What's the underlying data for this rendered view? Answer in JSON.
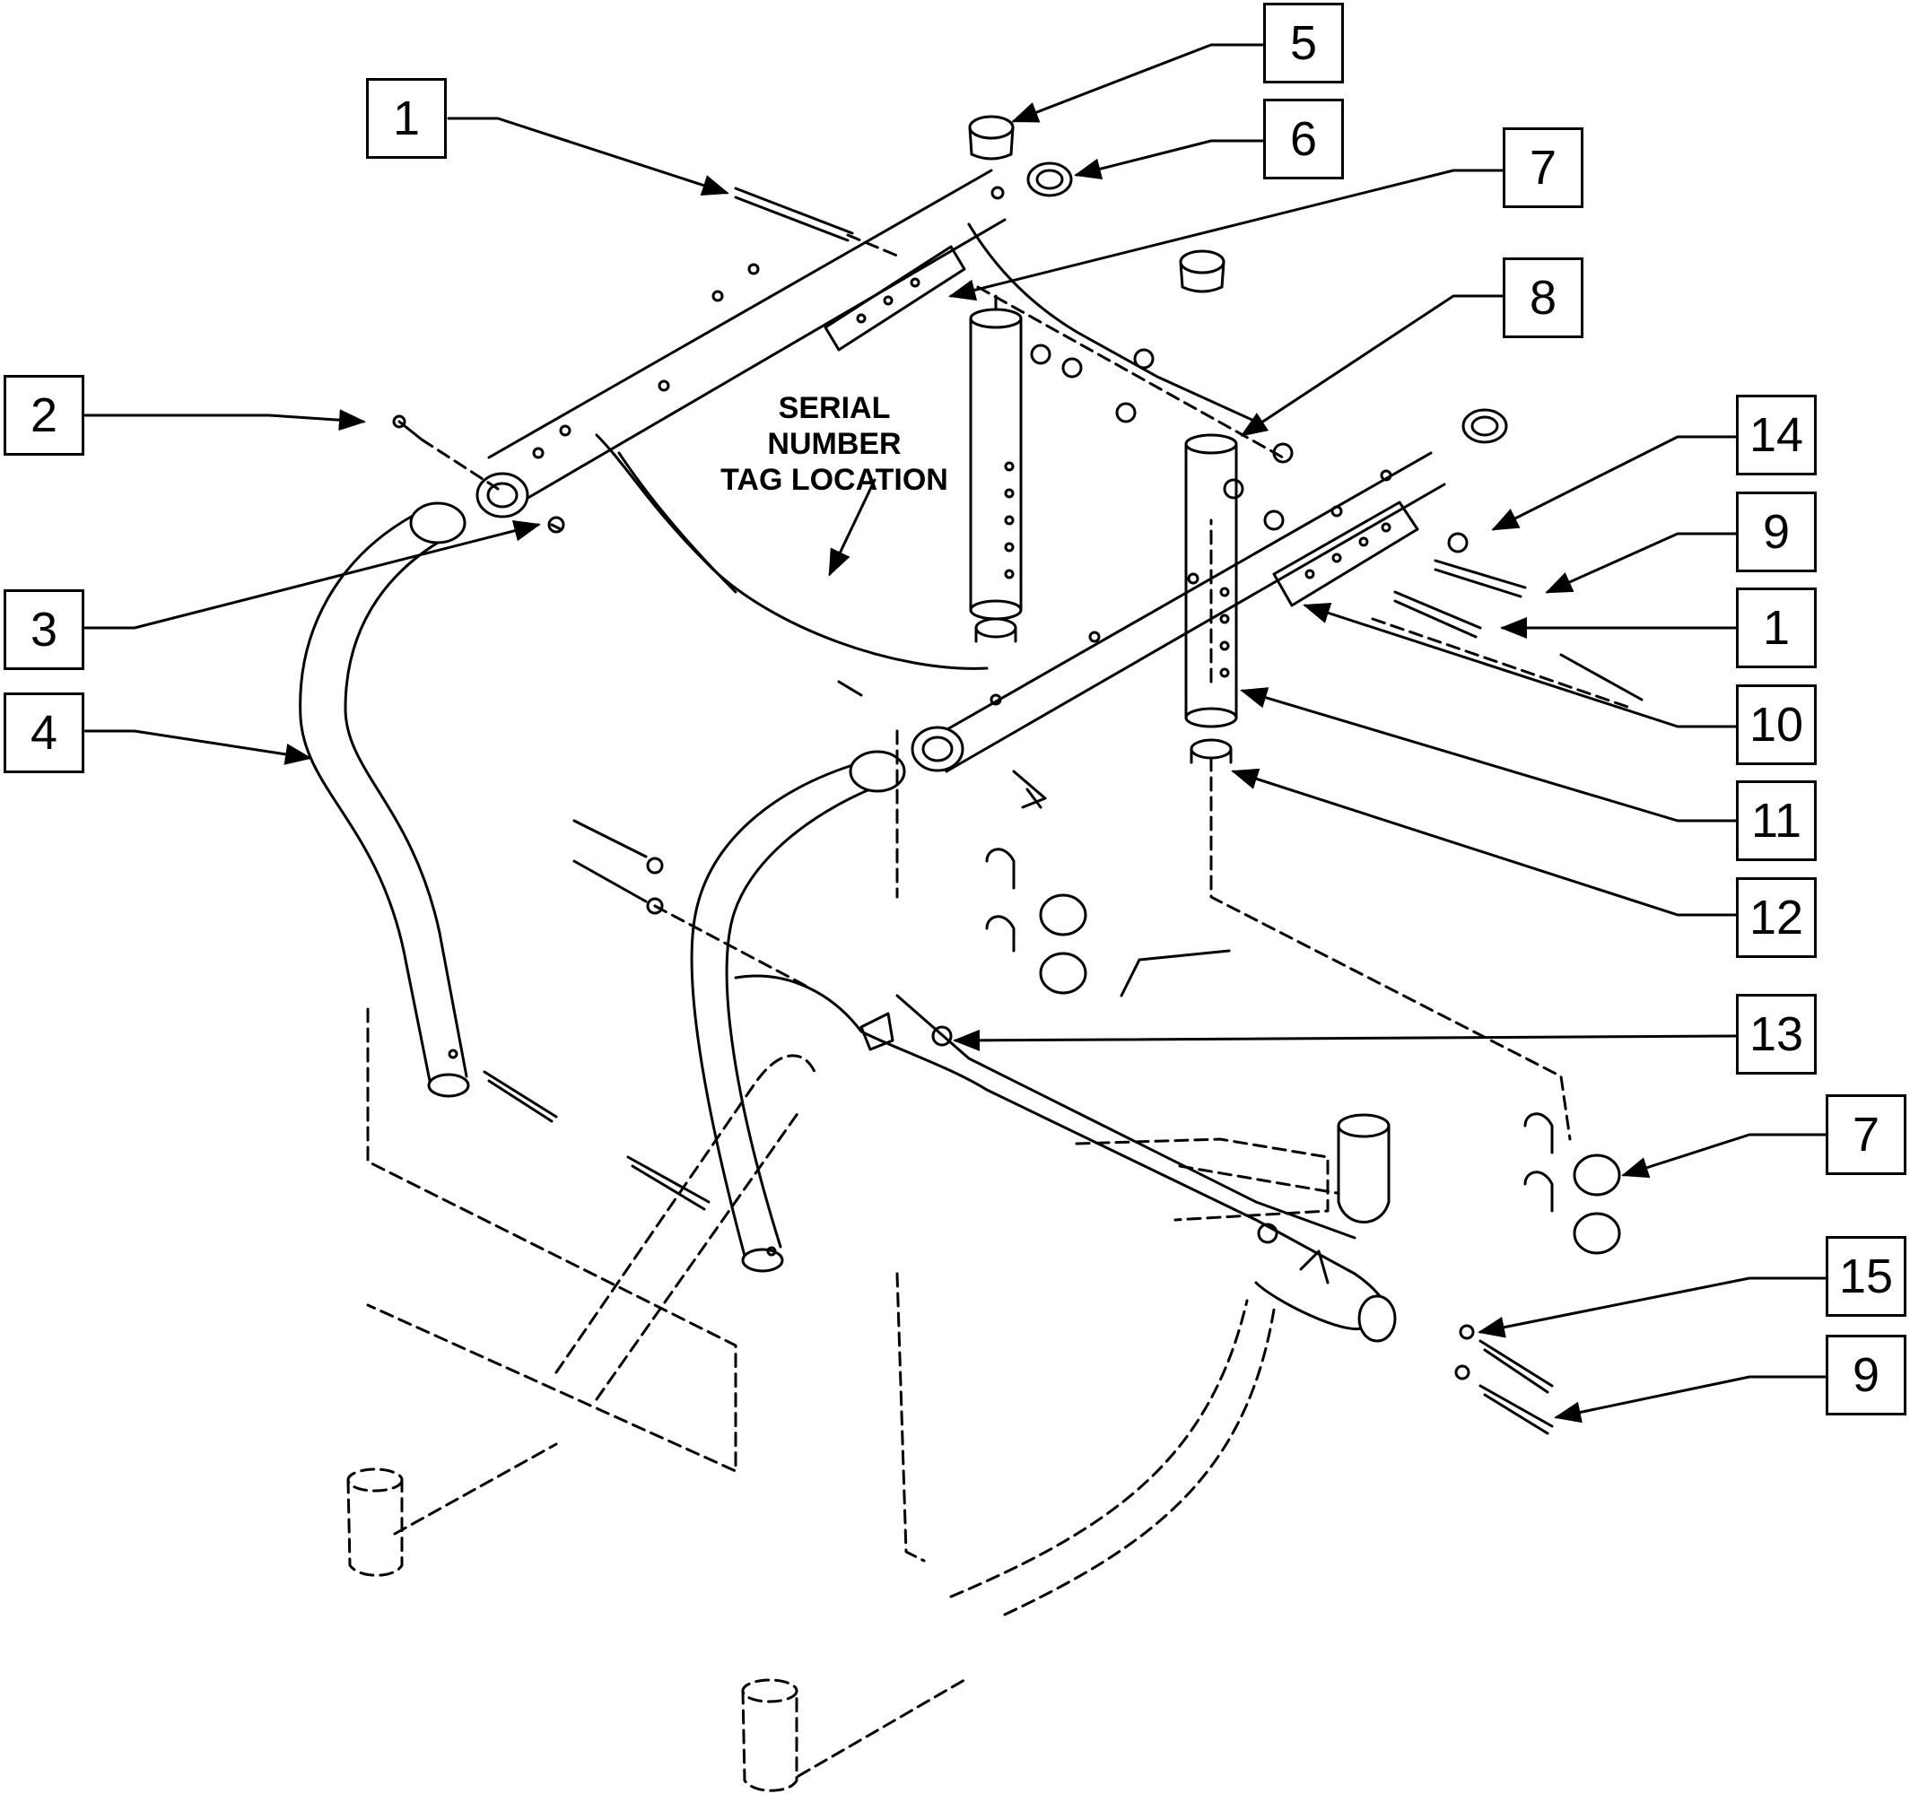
{
  "diagram": {
    "callouts": [
      {
        "id": "c1a",
        "label": "1"
      },
      {
        "id": "c2",
        "label": "2"
      },
      {
        "id": "c3",
        "label": "3"
      },
      {
        "id": "c4",
        "label": "4"
      },
      {
        "id": "c5",
        "label": "5"
      },
      {
        "id": "c6",
        "label": "6"
      },
      {
        "id": "c7a",
        "label": "7"
      },
      {
        "id": "c8",
        "label": "8"
      },
      {
        "id": "c14",
        "label": "14"
      },
      {
        "id": "c9a",
        "label": "9"
      },
      {
        "id": "c1b",
        "label": "1"
      },
      {
        "id": "c10",
        "label": "10"
      },
      {
        "id": "c11",
        "label": "11"
      },
      {
        "id": "c12",
        "label": "12"
      },
      {
        "id": "c13",
        "label": "13"
      },
      {
        "id": "c7b",
        "label": "7"
      },
      {
        "id": "c15",
        "label": "15"
      },
      {
        "id": "c9b",
        "label": "9"
      }
    ],
    "tag_note": {
      "line1": "SERIAL NUMBER",
      "line2": "TAG LOCATION"
    }
  }
}
